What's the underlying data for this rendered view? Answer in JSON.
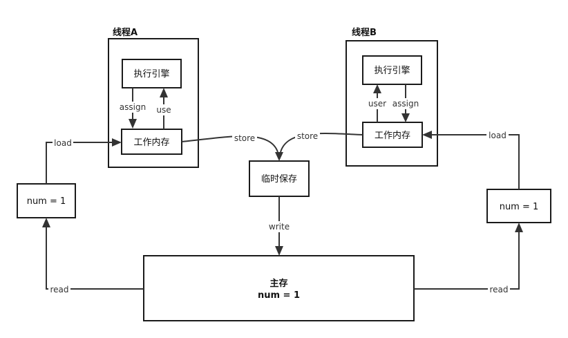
{
  "threadA": {
    "title": "线程A",
    "engine": "执行引擎",
    "working_memory": "工作内存",
    "edge_assign": "assign",
    "edge_use": "use"
  },
  "threadB": {
    "title": "线程B",
    "engine": "执行引擎",
    "working_memory": "工作内存",
    "edge_user": "user",
    "edge_assign": "assign"
  },
  "temp_store": "临时保存",
  "main_memory": {
    "title": "主存",
    "value": "num = 1"
  },
  "left_value": "num = 1",
  "right_value": "num = 1",
  "edges": {
    "store_a": "store",
    "store_b": "store",
    "write": "write",
    "load_left": "load",
    "load_right": "load",
    "read_left": "read",
    "read_right": "read"
  }
}
